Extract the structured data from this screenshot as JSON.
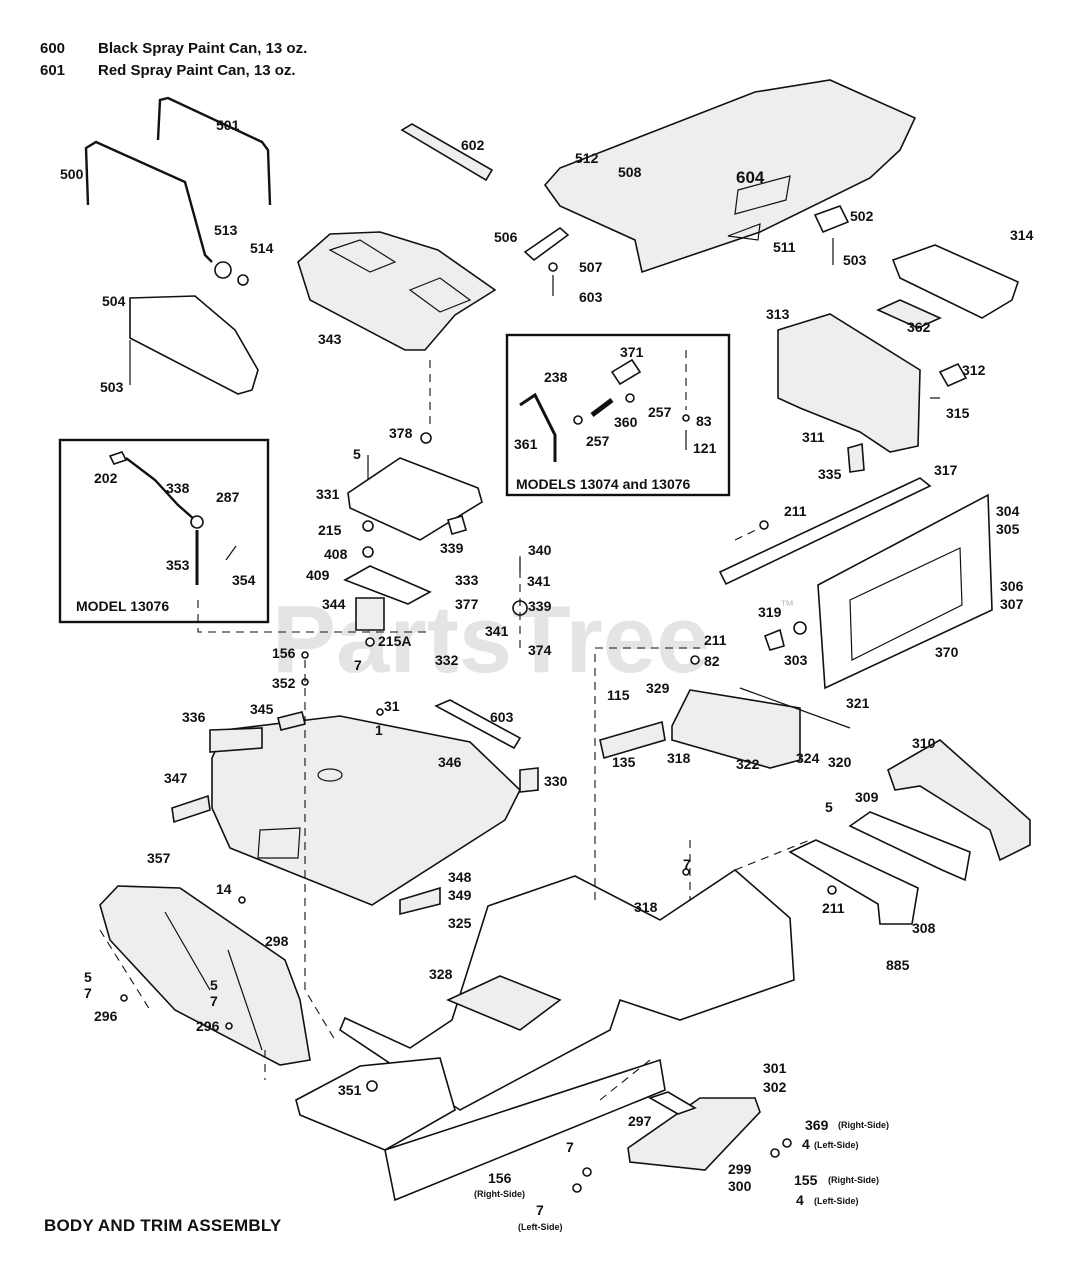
{
  "legend": [
    {
      "num": "600",
      "text": "Black Spray Paint Can, 13 oz."
    },
    {
      "num": "601",
      "text": "Red Spray Paint Can, 13 oz."
    }
  ],
  "footer": "BODY AND TRIM ASSEMBLY",
  "watermark": "PartsTree",
  "watermark_tm": "™",
  "boxes": {
    "model_13074_13076": "MODELS 13074 and 13076",
    "model_13076": "MODEL 13076"
  },
  "labels": {
    "l500": "500",
    "l501": "501",
    "l602": "602",
    "l512": "512",
    "l508": "508",
    "l604": "604",
    "l502": "502",
    "l314": "314",
    "l513": "513",
    "l514": "514",
    "l506": "506",
    "l511": "511",
    "l503a": "503",
    "l507": "507",
    "l603a": "603",
    "l504": "504",
    "l343": "343",
    "l362": "362",
    "l313": "313",
    "l312": "312",
    "l503b": "503",
    "l371": "371",
    "l238": "238",
    "l257a": "257",
    "l360": "360",
    "l83": "83",
    "l361": "361",
    "l257b": "257",
    "l121": "121",
    "l315": "315",
    "l311": "311",
    "l378": "378",
    "l335": "335",
    "l317": "317",
    "l5a": "5",
    "l202": "202",
    "l338": "338",
    "l287": "287",
    "l331": "331",
    "l215": "215",
    "l339a": "339",
    "l211a": "211",
    "l304": "304",
    "l305": "305",
    "l408": "408",
    "l340": "340",
    "l353": "353",
    "l354": "354",
    "l409": "409",
    "l333": "333",
    "l341a": "341",
    "l306": "306",
    "l307": "307",
    "l344": "344",
    "l377": "377",
    "l339b": "339",
    "l319": "319",
    "l341b": "341",
    "l374": "374",
    "l215A": "215A",
    "l211b": "211",
    "l303": "303",
    "l370": "370",
    "l156a": "156",
    "l7a": "7",
    "l332": "332",
    "l82": "82",
    "l352": "352",
    "l115": "115",
    "l329": "329",
    "l321": "321",
    "l31": "31",
    "l336": "336",
    "l345": "345",
    "l603b": "603",
    "l1": "1",
    "l346": "346",
    "l310": "310",
    "l135": "135",
    "l318a": "318",
    "l322": "322",
    "l324": "324",
    "l320": "320",
    "l330": "330",
    "l347": "347",
    "l5b": "5",
    "l309": "309",
    "l357": "357",
    "l348": "348",
    "l349": "349",
    "l7b": "7",
    "l14": "14",
    "l211c": "211",
    "l318b": "318",
    "l325": "325",
    "l298": "298",
    "l308": "308",
    "l885": "885",
    "l328": "328",
    "l5c": "5",
    "l7c": "7",
    "l5d": "5",
    "l7d": "7",
    "l296a": "296",
    "l296b": "296",
    "l351": "351",
    "l301": "301",
    "l302": "302",
    "l297": "297",
    "l369": "369",
    "l4a": "4",
    "l299": "299",
    "l300": "300",
    "l155": "155",
    "l4b": "4",
    "l7e": "7",
    "l156b": "156",
    "l7f": "7"
  },
  "small_labels": {
    "rs1": "(Right-Side)",
    "ls1": "(Left-Side)",
    "rs2": "(Right-Side)",
    "ls2": "(Left-Side)",
    "rs3": "(Right-Side)",
    "ls3": "(Left-Side)"
  }
}
